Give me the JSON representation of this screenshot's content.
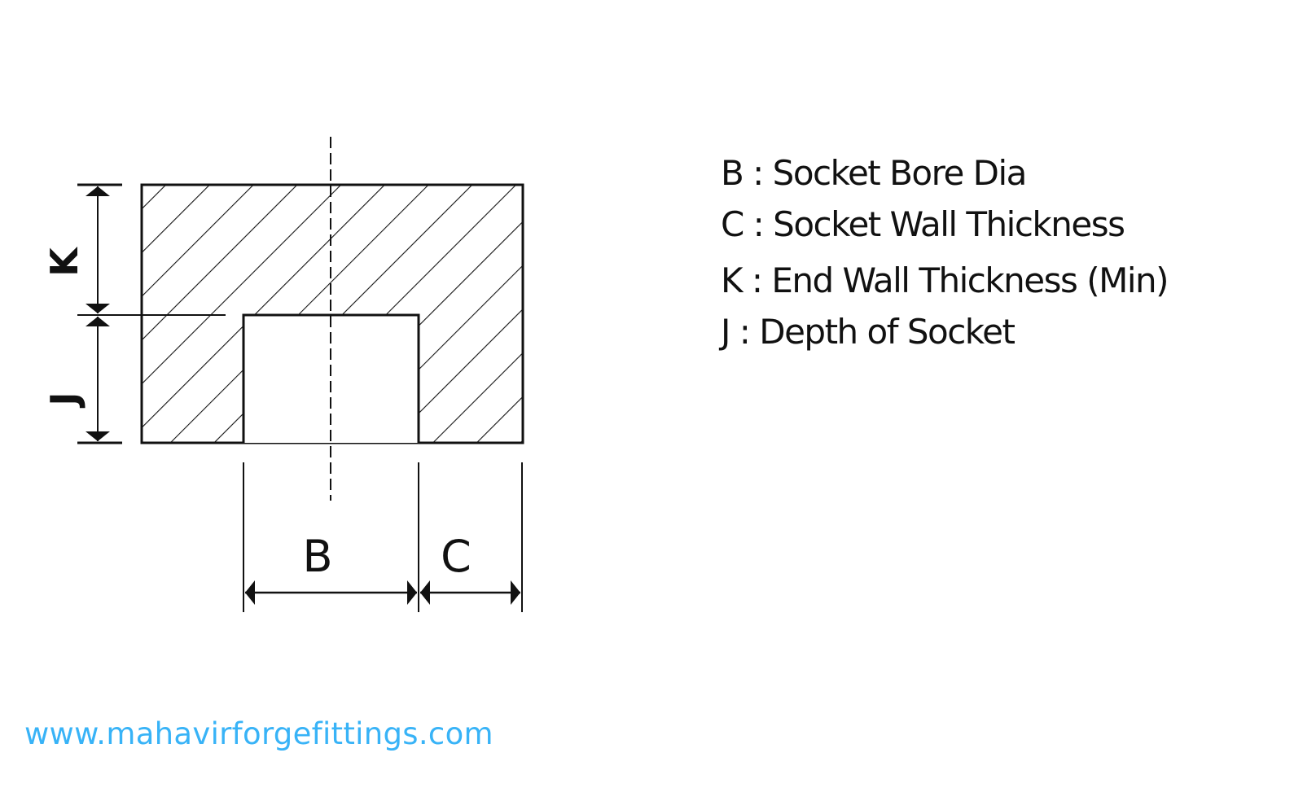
{
  "diagram": {
    "dimension_labels": {
      "K": "K",
      "J": "J",
      "B": "B",
      "C": "C"
    },
    "legend": [
      {
        "key": "B",
        "text": "B : Socket Bore Dia"
      },
      {
        "key": "C",
        "text": "C : Socket Wall Thickness"
      },
      {
        "key": "K",
        "text": "K : End Wall Thickness (Min)"
      },
      {
        "key": "J",
        "text": "J : Depth of Socket"
      }
    ]
  },
  "footer": {
    "website": "www.mahavirforgefittings.com",
    "color": "#38b3f7"
  }
}
